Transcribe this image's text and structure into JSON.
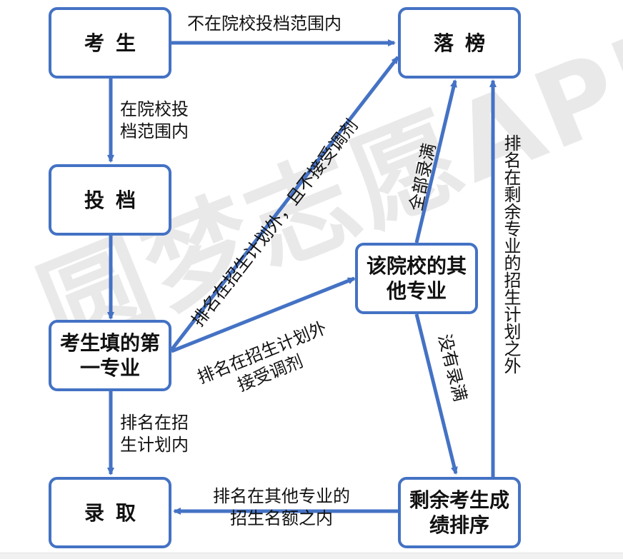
{
  "watermark": "圆梦志愿APP",
  "colors": {
    "accent": "#4472c4",
    "text": "#111111"
  },
  "nodes": {
    "kaosheng": "考生",
    "luobang": "落榜",
    "toudang": "投档",
    "first_major": "考生填的第一专业",
    "other_major": "该院校的其他专业",
    "luqu": "录取",
    "remaining": "剩余考生成绩排序"
  },
  "edges": {
    "not_in_range": "不在院校投档范围内",
    "in_range": [
      "在院校投",
      "档范围内"
    ],
    "outside_plan_no_adjust": "排名在招生计划外，且不接受调剂",
    "outside_plan_adjust": [
      "排名在招生计划外",
      "接受调剂"
    ],
    "all_filled": "全部录满",
    "not_filled": "没有录满",
    "outside_remaining": "排名在剩余专业的招生计划之外",
    "within_plan": [
      "排名在招",
      "生计划内"
    ],
    "within_other": [
      "排名在其他专业的",
      "招生名额之内"
    ]
  }
}
